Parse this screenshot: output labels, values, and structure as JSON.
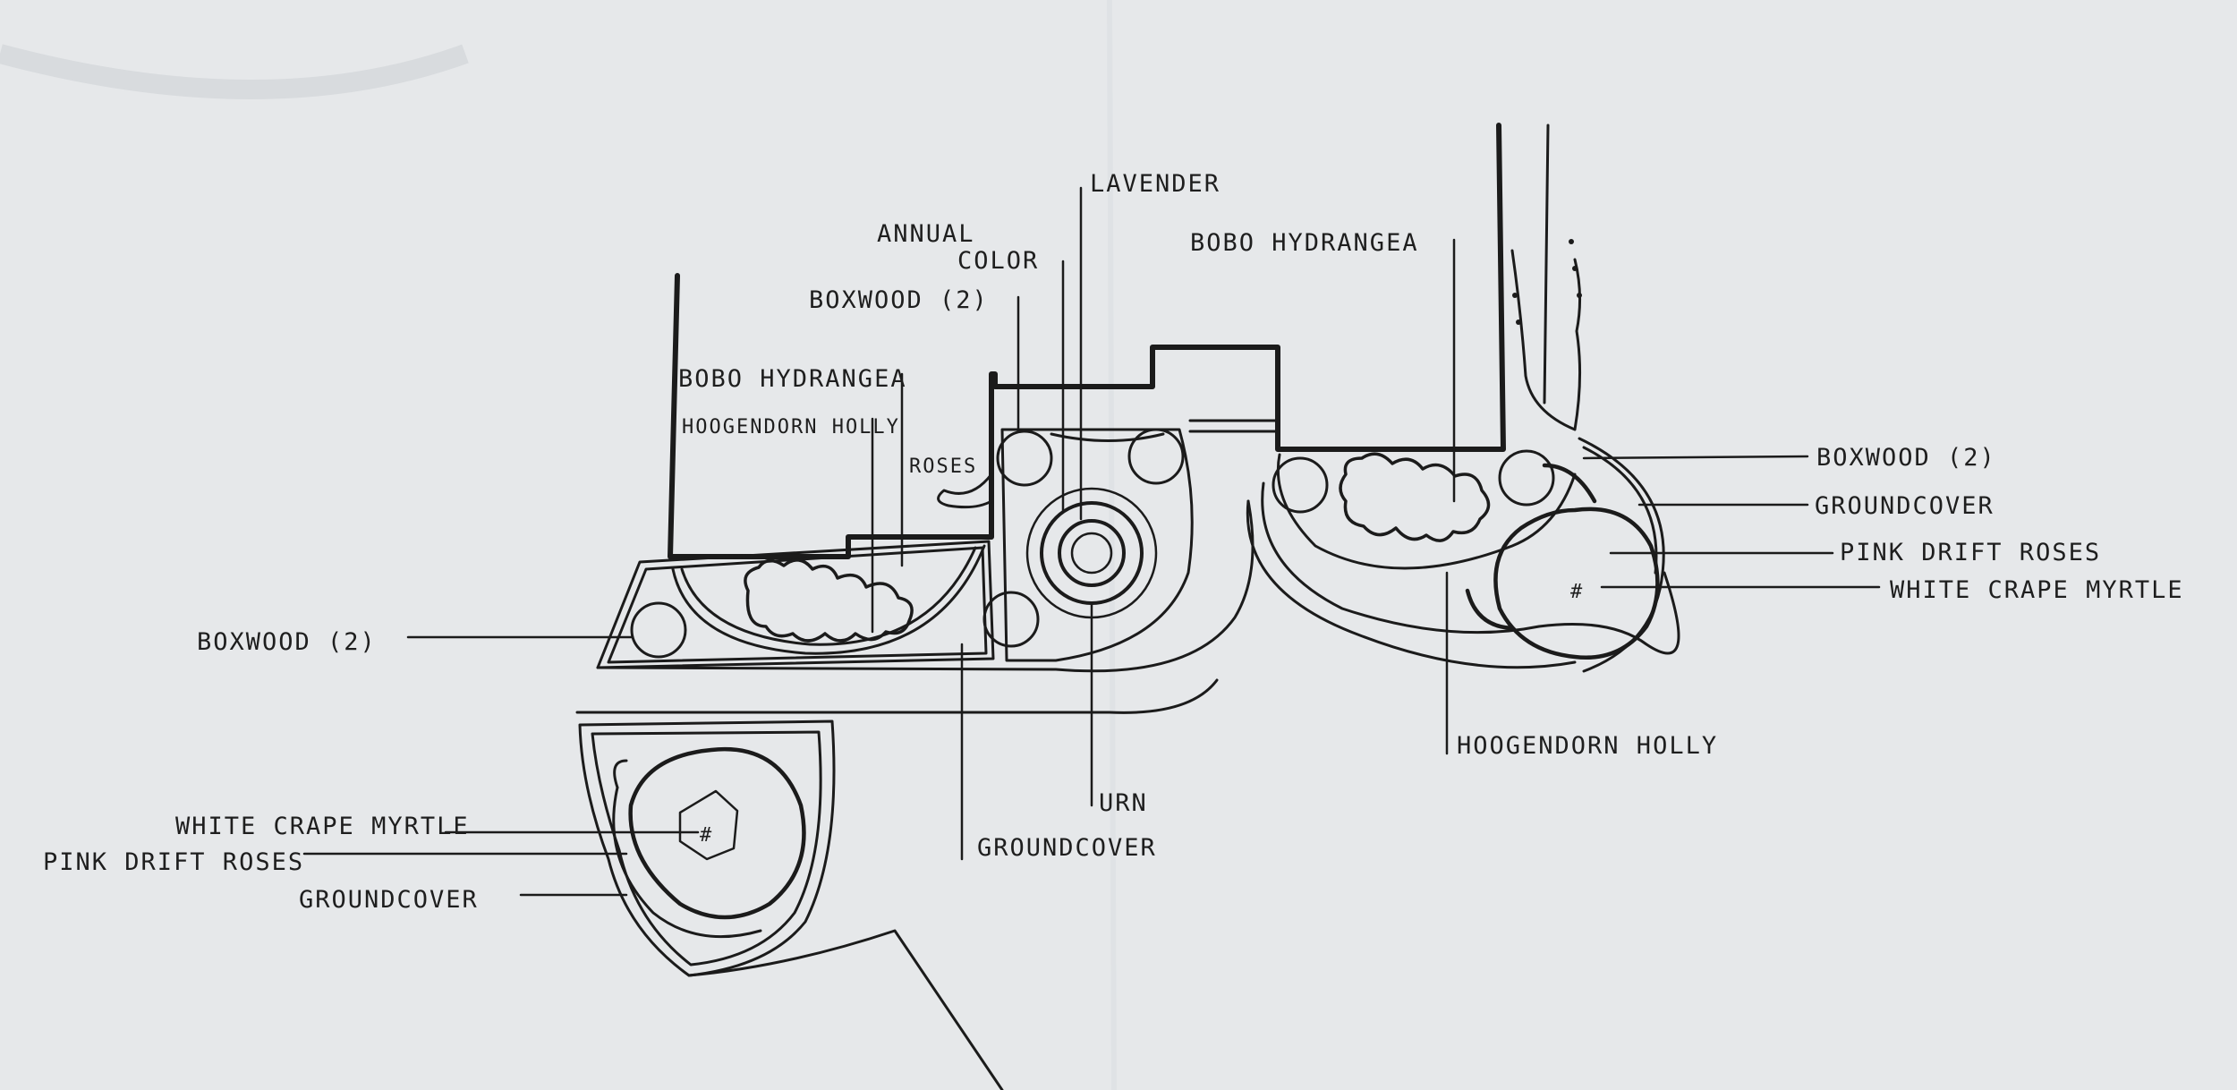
{
  "diagram": {
    "colors": {
      "paper": "#e6e8ea",
      "ink": "#1b1b1b"
    },
    "labels": {
      "lavender": "LAVENDER",
      "annual_color_1": "ANNUAL",
      "annual_color_2": "COLOR",
      "boxwood_top": "BOXWOOD (2)",
      "bobo_hydrangea_left": "BOBO HYDRANGEA",
      "hoogendorn_holly_left": "HOOGENDORN HOLLY",
      "roses": "ROSES",
      "bobo_hydrangea_right": "BOBO HYDRANGEA",
      "boxwood_right": "BOXWOOD (2)",
      "groundcover_right": "GROUNDCOVER",
      "pink_drift_roses_right": "PINK DRIFT ROSES",
      "white_crape_myrtle_right": "WHITE CRAPE MYRTLE",
      "boxwood_left": "BOXWOOD (2)",
      "hoogendorn_holly_right": "HOOGENDORN HOLLY",
      "urn": "URN",
      "groundcover_center": "GROUNDCOVER",
      "white_crape_myrtle_left": "WHITE CRAPE MYRTLE",
      "pink_drift_roses_left": "PINK DRIFT ROSES",
      "groundcover_left": "GROUNDCOVER"
    }
  }
}
